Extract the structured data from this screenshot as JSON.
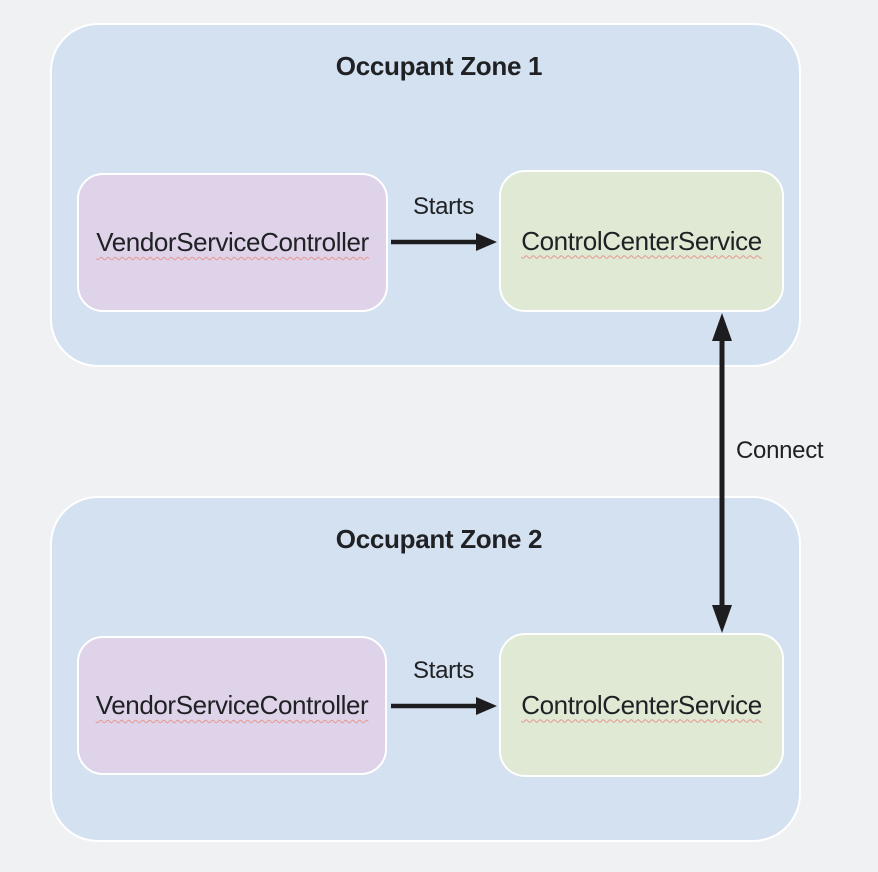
{
  "diagram": {
    "zones": [
      {
        "title": "Occupant Zone 1",
        "vendor_label": "VendorServiceController",
        "control_label": "ControlCenterService",
        "starts_label": "Starts"
      },
      {
        "title": "Occupant Zone 2",
        "vendor_label": "VendorServiceController",
        "control_label": "ControlCenterService",
        "starts_label": "Starts"
      }
    ],
    "connect_label": "Connect"
  },
  "colors": {
    "bg": "#f0f1f3",
    "zone-fill": "#d4e1f1",
    "vendor-fill": "#ded3e9",
    "control-fill": "#dfe9d4",
    "border-white": "#ffffff",
    "text": "#202124",
    "arrow": "#1d1d1f",
    "squiggle": "#e8968e"
  }
}
